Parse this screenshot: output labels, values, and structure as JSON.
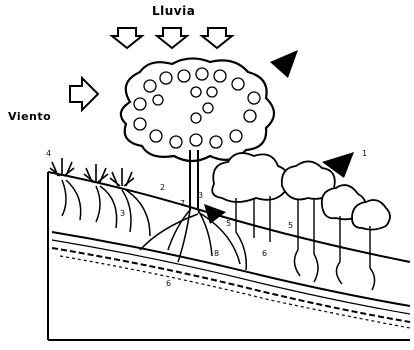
{
  "labels": {
    "rain": "Lluvia",
    "wind": "Viento"
  },
  "numbers": [
    "4",
    "1",
    "2",
    "3",
    "7",
    "3",
    "5",
    "6",
    "5",
    "8",
    "6"
  ]
}
